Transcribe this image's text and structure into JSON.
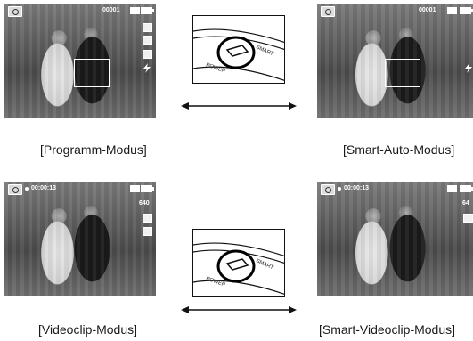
{
  "screens": [
    {
      "name": "program",
      "counter": "00001",
      "caption": "[Programm-Modus]",
      "icons": [
        "camera-mode-icon",
        "memory-card-icon",
        "battery-icon",
        "image-size-icon",
        "quality-icon",
        "metering-icon",
        "flash-icon"
      ]
    },
    {
      "name": "smart-auto",
      "counter": "00001",
      "caption": "[Smart-Auto-Modus]",
      "icons": [
        "smart-auto-mode-icon",
        "memory-card-icon",
        "battery-icon",
        "flash-icon"
      ]
    },
    {
      "name": "videoclip",
      "timer": "00:00:13",
      "resolution": "640",
      "caption": "[Videoclip-Modus]",
      "icons": [
        "movie-mode-icon",
        "record-dot-icon",
        "memory-card-icon",
        "battery-icon",
        "frame-rate-icon",
        "metering-icon"
      ]
    },
    {
      "name": "smart-videoclip",
      "timer": "00:00:13",
      "resolution": "64",
      "caption": "[Smart-Videoclip-Modus]",
      "icons": [
        "smart-movie-mode-icon",
        "record-dot-icon",
        "memory-card-icon",
        "battery-icon",
        "frame-rate-icon"
      ]
    }
  ],
  "dial_labels": {
    "left": "POWER",
    "right": "SMART"
  },
  "icons": [
    "power-button-dial-icon",
    "double-arrow-icon"
  ]
}
